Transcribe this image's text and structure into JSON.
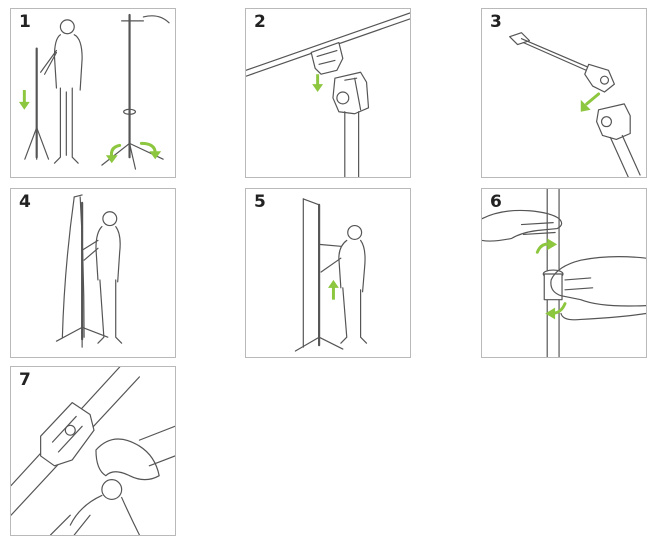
{
  "steps": [
    {
      "number": "1"
    },
    {
      "number": "2"
    },
    {
      "number": "3"
    },
    {
      "number": "4"
    },
    {
      "number": "5"
    },
    {
      "number": "6"
    },
    {
      "number": "7"
    }
  ],
  "colors": {
    "arrow": "#8dc63f",
    "line": "#555555",
    "border": "#b9b9b9"
  },
  "icons": {
    "arrow": "green-arrow-icon"
  }
}
